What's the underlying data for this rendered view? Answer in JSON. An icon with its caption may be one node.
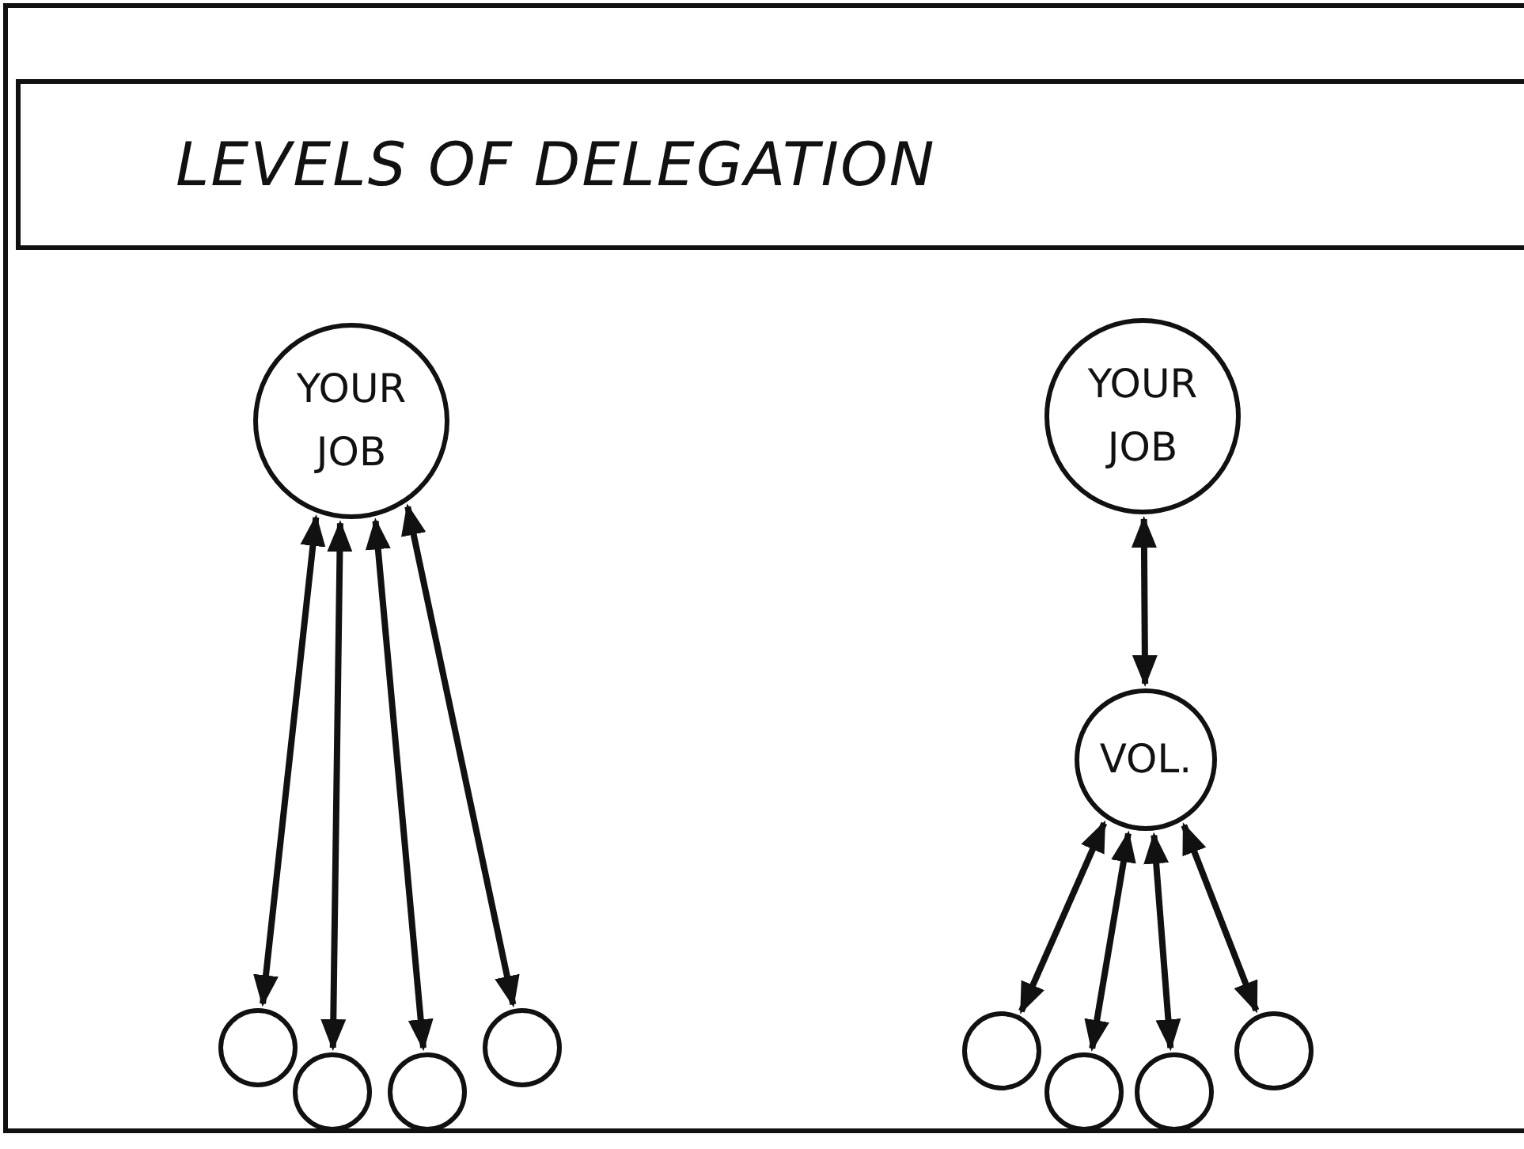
{
  "diagram": {
    "title": "LEVELS OF DELEGATION",
    "nodes": [
      {
        "text": [
          "YOUR JOB"
        ]
      },
      {
        "text": [],
        "shape": "circle"
      },
      {
        "text": [],
        "shape": "circle"
      },
      {
        "text": [],
        "shape": "circle"
      },
      {
        "text": [],
        "shape": "circle"
      },
      {
        "text": [
          "YOUR JOB"
        ]
      },
      {
        "text": [
          "VOL."
        ]
      },
      {
        "text": [],
        "shape": "circle"
      },
      {
        "text": [],
        "shape": "circle"
      },
      {
        "text": [],
        "shape": "circle"
      },
      {
        "text": [],
        "shape": "circle"
      }
    ],
    "edges": [
      {
        "from": 0,
        "to": 1,
        "arrow": "both"
      },
      {
        "from": 0,
        "to": 2,
        "arrow": "both"
      },
      {
        "from": 0,
        "to": 3,
        "arrow": "both"
      },
      {
        "from": 0,
        "to": 4,
        "arrow": "both"
      },
      {
        "from": 5,
        "to": 6,
        "arrow": "both"
      },
      {
        "from": 6,
        "to": 7,
        "arrow": "both"
      },
      {
        "from": 6,
        "to": 8,
        "arrow": "both"
      },
      {
        "from": 6,
        "to": 9,
        "arrow": "both"
      },
      {
        "from": 6,
        "to": 10,
        "arrow": "both"
      }
    ]
  }
}
